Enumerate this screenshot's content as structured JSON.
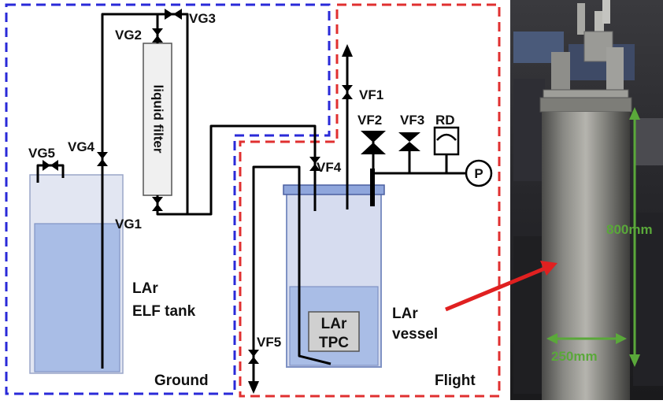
{
  "colors": {
    "ground_border": "#2a2ad8",
    "flight_border": "#e03030",
    "pipe": "#000000",
    "vessel_fill": "#d6dcef",
    "liquid_fill": "#a9bde6",
    "lid_fill": "#8fa6dc",
    "tpc_fill": "#d0d0d0",
    "dimension": "#5aa83a",
    "arrow": "#e02020"
  },
  "valves": {
    "vg1": "VG1",
    "vg2": "VG2",
    "vg3": "VG3",
    "vg4": "VG4",
    "vg5": "VG5",
    "vf1": "VF1",
    "vf2": "VF2",
    "vf3": "VF3",
    "vf4": "VF4",
    "vf5": "VF5"
  },
  "components": {
    "liquid_filter": "liquid filter",
    "rupture_disk": "RD",
    "pressure_gauge": "P",
    "elf_tank_line1": "LAr",
    "elf_tank_line2": "ELF tank",
    "vessel_line1": "LAr",
    "vessel_line2": "vessel",
    "tpc_line1": "LAr",
    "tpc_line2": "TPC"
  },
  "regions": {
    "ground": "Ground",
    "flight": "Flight"
  },
  "photo": {
    "height_label": "800mm",
    "diameter_label": "250mm"
  }
}
